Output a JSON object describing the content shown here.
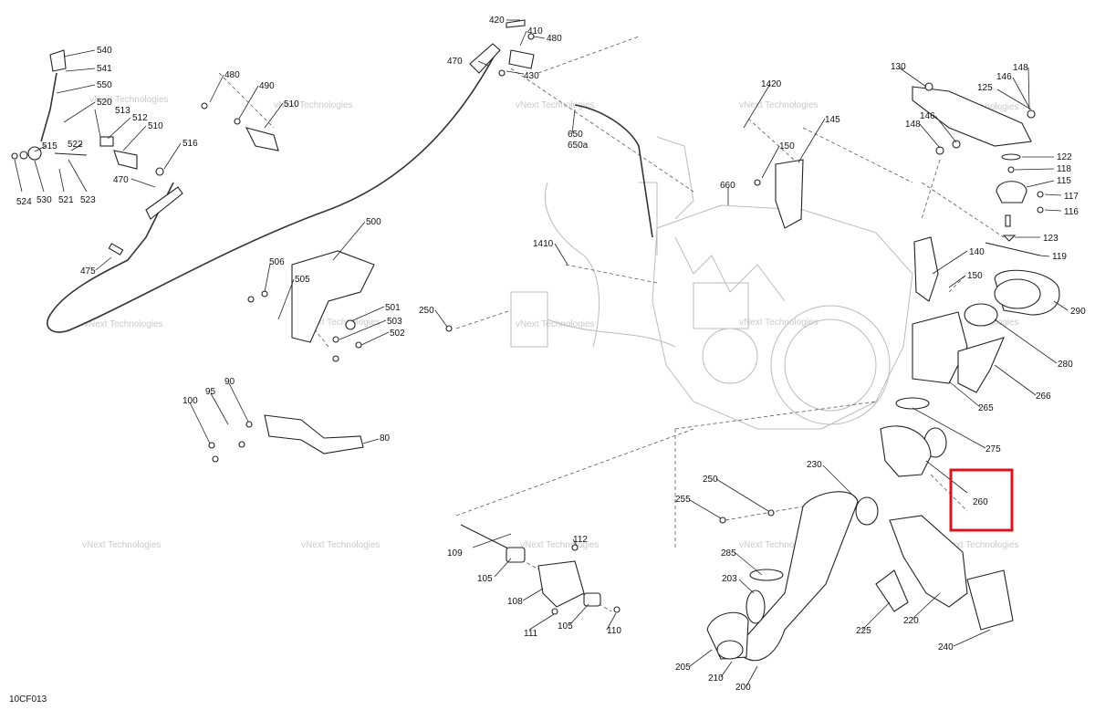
{
  "diagram_code": "10CF013",
  "watermark": {
    "line1": "vNext",
    "line2": "Technologies",
    "inline": "vNext Technologies"
  },
  "highlight": {
    "label": "260",
    "color": "#d9141c"
  },
  "callouts": {
    "540": "540",
    "541": "541",
    "550": "550",
    "520": "520",
    "513": "513",
    "512": "512",
    "510": "510",
    "515": "515",
    "522": "522",
    "524": "524",
    "530": "530",
    "521": "521",
    "523": "523",
    "516": "516",
    "470a": "470",
    "470b": "470",
    "475": "475",
    "480a": "480",
    "490": "490",
    "510b": "510",
    "420": "420",
    "410": "410",
    "480b": "480",
    "430": "430",
    "650": "650",
    "650a": "650a",
    "1420": "1420",
    "145": "145",
    "150a": "150",
    "660": "660",
    "1410": "1410",
    "500": "500",
    "506": "506",
    "505": "505",
    "501": "501",
    "503": "503",
    "502": "502",
    "250a": "250",
    "90": "90",
    "95": "95",
    "100": "100",
    "80": "80",
    "130": "130",
    "148a": "148",
    "125": "125",
    "146a": "146",
    "148b": "148",
    "146b": "146",
    "122": "122",
    "118": "118",
    "115": "115",
    "117": "117",
    "116": "116",
    "123": "123",
    "119": "119",
    "140": "140",
    "150b": "150",
    "290": "290",
    "280": "280",
    "266": "266",
    "265": "265",
    "275": "275",
    "230": "230",
    "250b": "250",
    "255": "255",
    "109": "109",
    "112": "112",
    "105a": "105",
    "108": "108",
    "105b": "105",
    "111": "111",
    "110": "110",
    "285": "285",
    "203": "203",
    "205": "205",
    "210": "210",
    "200": "200",
    "225": "225",
    "220": "220",
    "240": "240"
  }
}
